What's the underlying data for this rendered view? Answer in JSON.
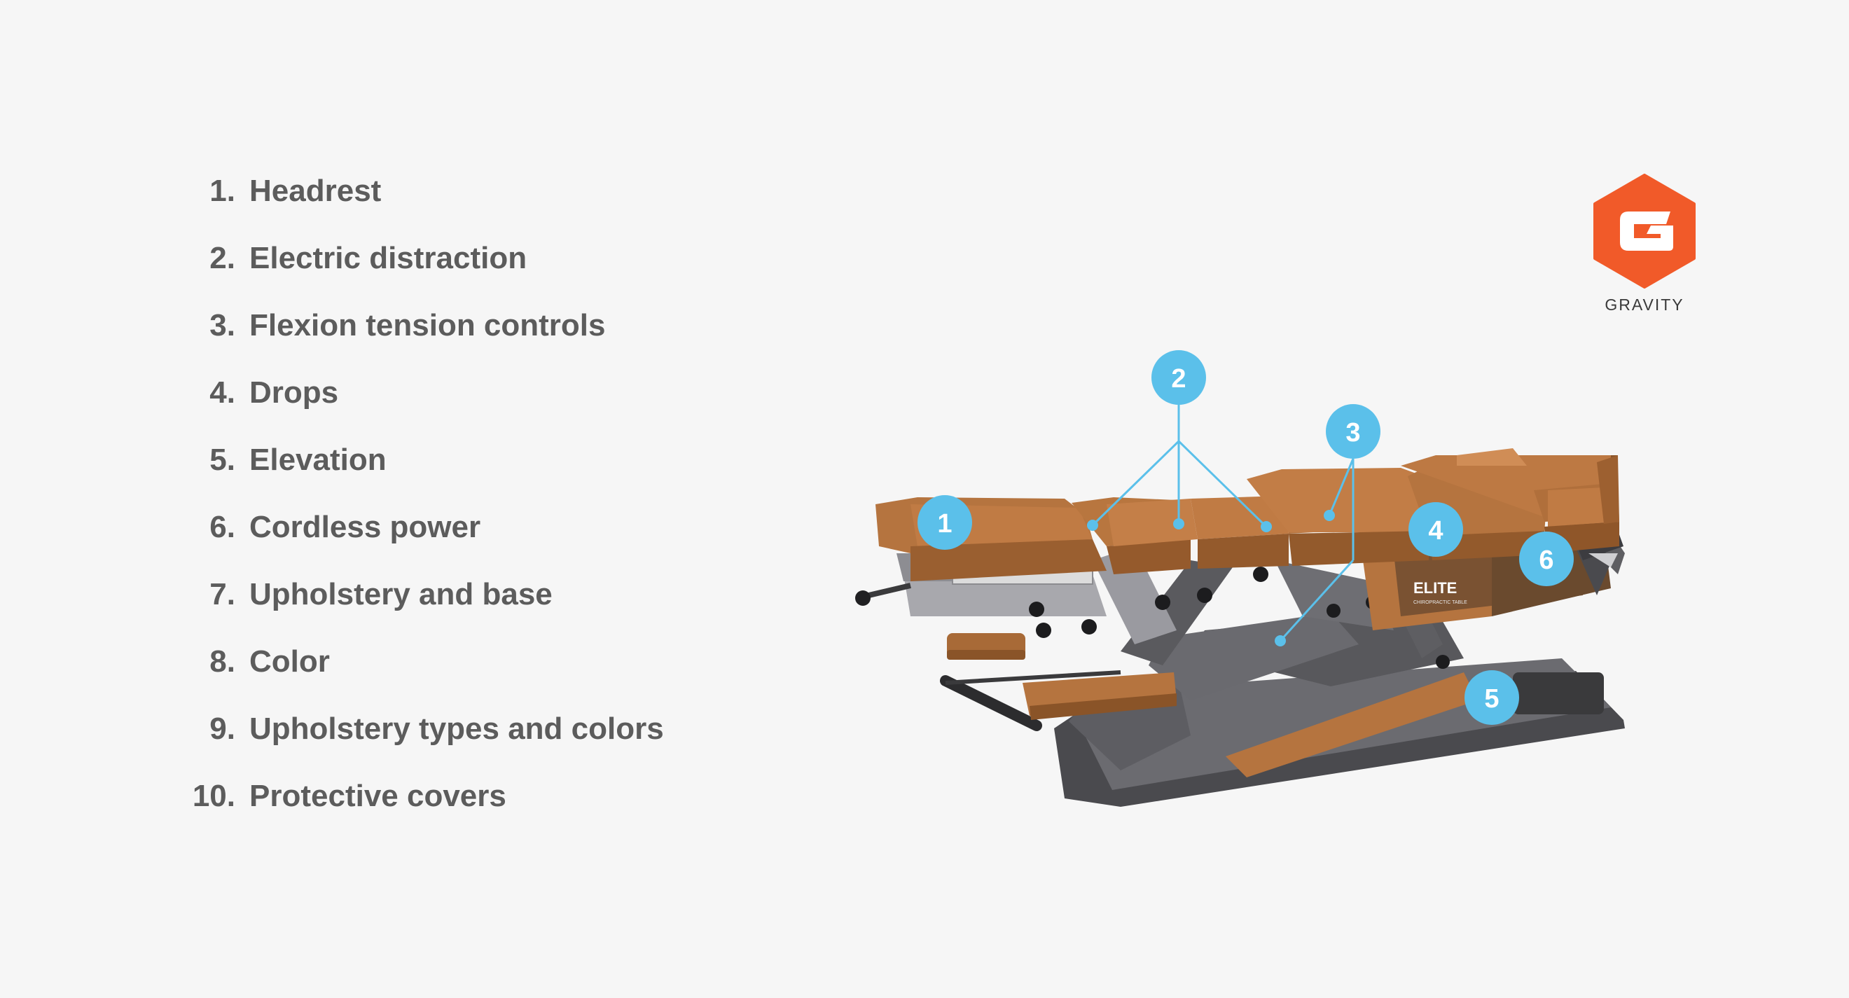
{
  "features": [
    {
      "num": "1.",
      "label": "Headrest"
    },
    {
      "num": "2.",
      "label": "Electric distraction"
    },
    {
      "num": "3.",
      "label": "Flexion tension controls"
    },
    {
      "num": "4.",
      "label": "Drops"
    },
    {
      "num": "5.",
      "label": "Elevation"
    },
    {
      "num": "6.",
      "label": "Cordless power"
    },
    {
      "num": "7.",
      "label": "Upholstery and base"
    },
    {
      "num": "8.",
      "label": "Color"
    },
    {
      "num": "9.",
      "label": "Upholstery types and colors"
    },
    {
      "num": "10.",
      "label": "Protective covers"
    }
  ],
  "logo": {
    "text": "GRAVITY",
    "icon": "gravity-hexagon-g",
    "color": "#f15a29"
  },
  "callouts": [
    "1",
    "2",
    "3",
    "4",
    "5",
    "6"
  ],
  "product_label": {
    "brand": "ELITE",
    "sub": "CHIROPRACTIC TABLE"
  },
  "colors": {
    "callout": "#5bc0ea",
    "upholstery": "#b5743f",
    "frame": "#5a5a5e",
    "text": "#5c5c5c"
  }
}
